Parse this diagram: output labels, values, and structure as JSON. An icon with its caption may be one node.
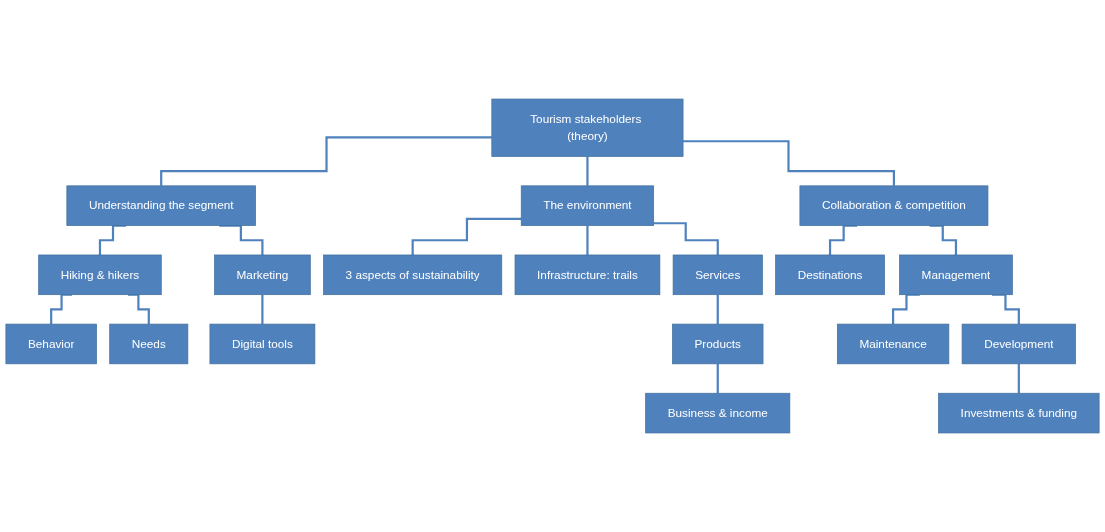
{
  "diagram": {
    "nodes": [
      {
        "text": [
          "Tourism stakeholders (theory)"
        ]
      },
      {
        "text": [
          "Understanding the segment"
        ]
      },
      {
        "text": [
          "The environment"
        ]
      },
      {
        "text": [
          "Collaboration & competition"
        ]
      },
      {
        "text": [
          "Hiking & hikers"
        ]
      },
      {
        "text": [
          "3 aspects of sustainability"
        ]
      },
      {
        "text": [
          "Infrastructure: trails"
        ]
      },
      {
        "text": [
          "Services"
        ]
      },
      {
        "text": [
          "Destinations"
        ]
      },
      {
        "text": [
          "Management"
        ]
      },
      {
        "text": [
          "Behavior"
        ]
      },
      {
        "text": [
          "Needs"
        ]
      },
      {
        "text": [
          "Products"
        ]
      },
      {
        "text": [
          "Business & income"
        ]
      },
      {
        "text": [
          "Maintenance"
        ]
      },
      {
        "text": [
          "Development"
        ]
      },
      {
        "text": [
          "Marketing"
        ]
      },
      {
        "text": [
          "Investments & funding"
        ]
      },
      {
        "text": [
          "Digital tools"
        ]
      }
    ],
    "edges": [
      {
        "from": 0,
        "to": 1,
        "arrow": "none"
      },
      {
        "from": 0,
        "to": 2,
        "arrow": "none"
      },
      {
        "from": 0,
        "to": 3,
        "arrow": "none"
      },
      {
        "from": 1,
        "to": 4,
        "arrow": "none"
      },
      {
        "from": 1,
        "to": 16,
        "arrow": "none"
      },
      {
        "from": 4,
        "to": 10,
        "arrow": "none"
      },
      {
        "from": 4,
        "to": 11,
        "arrow": "none"
      },
      {
        "from": 2,
        "to": 5,
        "arrow": "none"
      },
      {
        "from": 2,
        "to": 6,
        "arrow": "none"
      },
      {
        "from": 2,
        "to": 7,
        "arrow": "none"
      },
      {
        "from": 7,
        "to": 12,
        "arrow": "none"
      },
      {
        "from": 12,
        "to": 13,
        "arrow": "none"
      },
      {
        "from": 3,
        "to": 8,
        "arrow": "none"
      },
      {
        "from": 3,
        "to": 9,
        "arrow": "none"
      },
      {
        "from": 9,
        "to": 14,
        "arrow": "none"
      },
      {
        "from": 9,
        "to": 15,
        "arrow": "none"
      },
      {
        "from": 15,
        "to": 17,
        "arrow": "none"
      },
      {
        "from": 16,
        "to": 18,
        "arrow": "none"
      }
    ]
  }
}
